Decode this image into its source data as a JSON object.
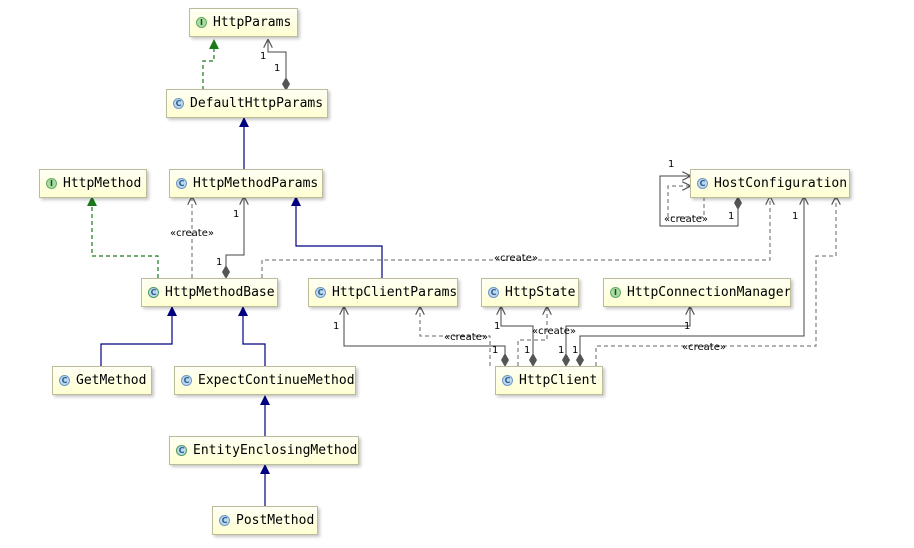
{
  "nodes": {
    "http_params": {
      "label": "HttpParams",
      "kind": "I"
    },
    "default_http_params": {
      "label": "DefaultHttpParams",
      "kind": "C"
    },
    "http_method": {
      "label": "HttpMethod",
      "kind": "I"
    },
    "http_method_params": {
      "label": "HttpMethodParams",
      "kind": "C"
    },
    "host_configuration": {
      "label": "HostConfiguration",
      "kind": "C"
    },
    "http_method_base": {
      "label": "HttpMethodBase",
      "kind": "C"
    },
    "http_client_params": {
      "label": "HttpClientParams",
      "kind": "C"
    },
    "http_state": {
      "label": "HttpState",
      "kind": "C"
    },
    "http_connection_manager": {
      "label": "HttpConnectionManager",
      "kind": "I"
    },
    "get_method": {
      "label": "GetMethod",
      "kind": "C"
    },
    "expect_continue_method": {
      "label": "ExpectContinueMethod",
      "kind": "C"
    },
    "http_client": {
      "label": "HttpClient",
      "kind": "C"
    },
    "entity_enclosing_method": {
      "label": "EntityEnclosingMethod",
      "kind": "C"
    },
    "post_method": {
      "label": "PostMethod",
      "kind": "C"
    }
  },
  "labels": {
    "create": "«create»",
    "one": "1"
  },
  "colors": {
    "realization": "#1a7a1a",
    "generalization": "#000080",
    "association": "#444444",
    "dependency": "#666666"
  }
}
